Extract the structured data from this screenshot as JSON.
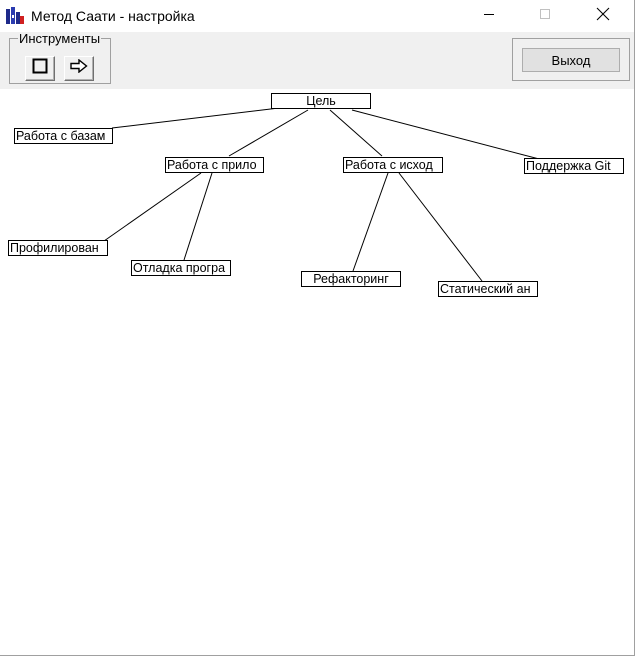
{
  "window": {
    "title": "Метод Саати - настройка",
    "icon": "app-hierarchy-icon",
    "controls": [
      "minimize-icon",
      "maximize-icon",
      "close-icon"
    ]
  },
  "toolbar": {
    "group_label": "Инструменты",
    "tools": [
      {
        "name": "rectangle-tool",
        "icon": "square-icon"
      },
      {
        "name": "arrow-tool",
        "icon": "right-arrow-icon"
      }
    ],
    "exit_label": "Выход"
  },
  "hierarchy": {
    "goal": "Цель",
    "criteria": [
      "Работа с базам",
      "Работа с прило",
      "Работа с исход",
      "Поддержка Git"
    ],
    "alternatives": [
      "Профилирован",
      "Отладка програ",
      "Рефакторинг",
      "Статический ан"
    ]
  },
  "colors": {
    "background": "#ffffff",
    "toolbar": "#f0f0f0",
    "lines": "#000000"
  }
}
